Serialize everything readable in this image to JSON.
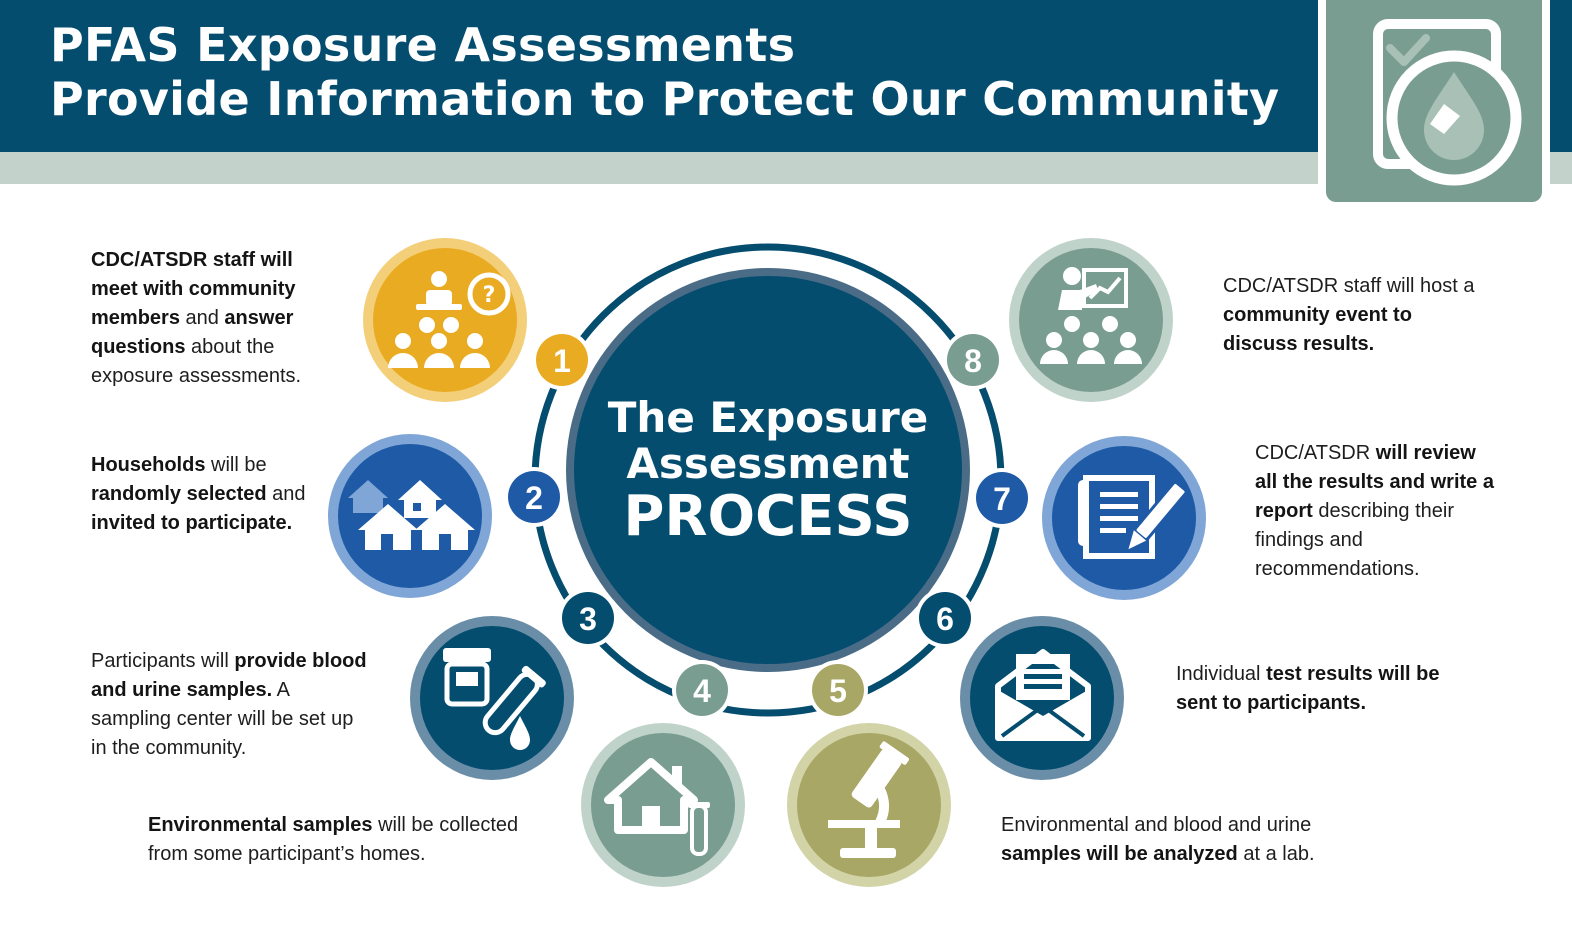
{
  "header": {
    "title_line1": "PFAS Exposure Assessments",
    "title_line2": "Provide Information to Protect Our Community"
  },
  "colors": {
    "navy": "#044d6f",
    "sage": "#7a9d92",
    "strip": "#c3d2ca",
    "gold": "#e9ab22",
    "blue": "#1f5aa6",
    "olive": "#a9a765"
  },
  "center": {
    "line1": "The Exposure",
    "line2": "Assessment",
    "line3": "PROCESS"
  },
  "steps": [
    {
      "number": "1",
      "icon": "community-meeting-icon",
      "color": "#e9ab22",
      "text": [
        {
          "t": "CDC/ATSDR staff will meet with community members",
          "b": true
        },
        {
          "t": " and ",
          "b": false
        },
        {
          "t": "answer questions",
          "b": true
        },
        {
          "t": " about the exposure assessments.",
          "b": false
        }
      ]
    },
    {
      "number": "2",
      "icon": "houses-icon",
      "color": "#1f5aa6",
      "text": [
        {
          "t": "Households",
          "b": true
        },
        {
          "t": " will be ",
          "b": false
        },
        {
          "t": "randomly selected",
          "b": true
        },
        {
          "t": " and ",
          "b": false
        },
        {
          "t": "invited to participate.",
          "b": true
        }
      ]
    },
    {
      "number": "3",
      "icon": "sample-collection-icon",
      "color": "#044d6f",
      "text": [
        {
          "t": "Participants will ",
          "b": false
        },
        {
          "t": "provide blood and urine samples.",
          "b": true
        },
        {
          "t": " A sampling center will be set up in the community.",
          "b": false
        }
      ]
    },
    {
      "number": "4",
      "icon": "home-sample-icon",
      "color": "#7a9d92",
      "text": [
        {
          "t": "Environmental samples",
          "b": true
        },
        {
          "t": " will be collected from some participant’s homes.",
          "b": false
        }
      ]
    },
    {
      "number": "5",
      "icon": "microscope-icon",
      "color": "#a9a765",
      "text": [
        {
          "t": "Environmental and blood and urine ",
          "b": false
        },
        {
          "t": "samples will be analyzed",
          "b": true
        },
        {
          "t": " at a lab.",
          "b": false
        }
      ]
    },
    {
      "number": "6",
      "icon": "mail-icon",
      "color": "#044d6f",
      "text": [
        {
          "t": "Individual ",
          "b": false
        },
        {
          "t": "test results will be sent to participants.",
          "b": true
        }
      ]
    },
    {
      "number": "7",
      "icon": "report-icon",
      "color": "#1f5aa6",
      "text": [
        {
          "t": "CDC/ATSDR ",
          "b": false
        },
        {
          "t": "will review all the results and write a report",
          "b": true
        },
        {
          "t": " describing their findings and recommendations.",
          "b": false
        }
      ]
    },
    {
      "number": "8",
      "icon": "presentation-icon",
      "color": "#7a9d92",
      "text": [
        {
          "t": "CDC/ATSDR staff will host a ",
          "b": false
        },
        {
          "t": "community event to discuss results.",
          "b": true
        }
      ]
    }
  ]
}
